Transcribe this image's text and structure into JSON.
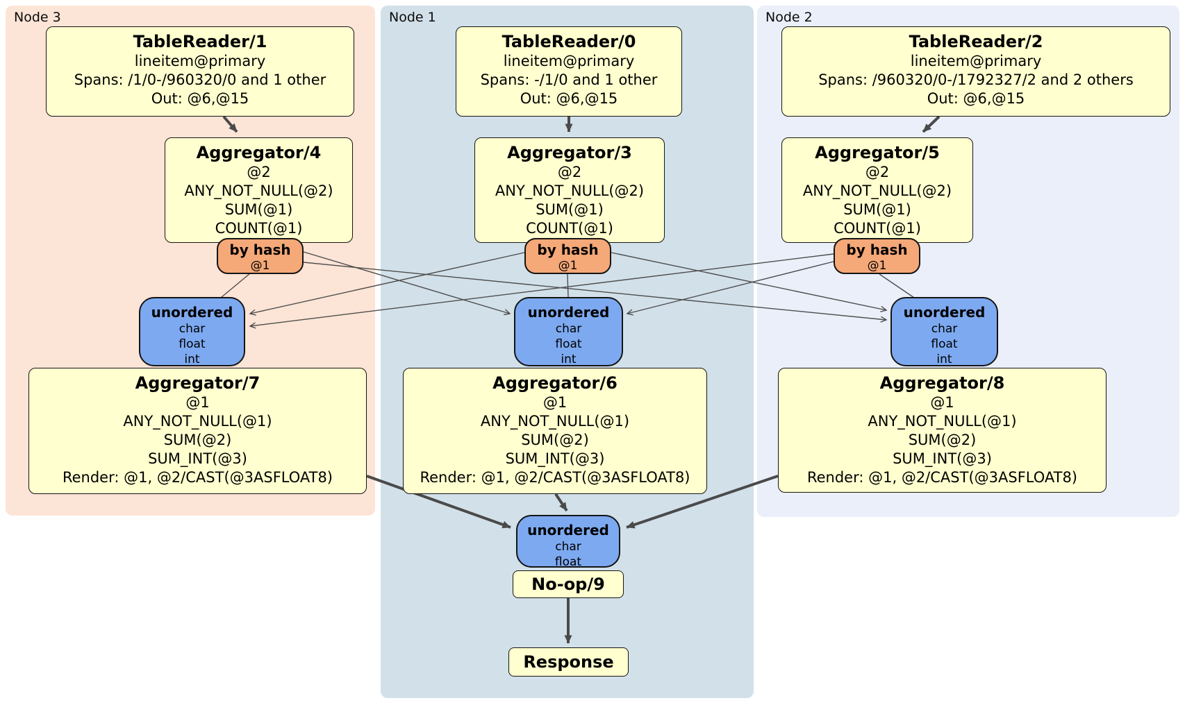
{
  "panels": {
    "node3": {
      "label": "Node 3"
    },
    "node1": {
      "label": "Node 1"
    },
    "node2": {
      "label": "Node 2"
    }
  },
  "boxes": {
    "tr1": {
      "title": "TableReader/1",
      "lines": [
        "lineitem@primary",
        "Spans: /1/0-/960320/0 and 1 other",
        "Out: @6,@15"
      ]
    },
    "agg4": {
      "title": "Aggregator/4",
      "lines": [
        "@2",
        "ANY_NOT_NULL(@2)",
        "SUM(@1)",
        "COUNT(@1)"
      ]
    },
    "byhash3": {
      "title": "by hash",
      "lines": [
        "@1"
      ]
    },
    "sync3": {
      "title": "unordered",
      "lines": [
        "char",
        "float",
        "int"
      ]
    },
    "agg7": {
      "title": "Aggregator/7",
      "lines": [
        "@1",
        "ANY_NOT_NULL(@1)",
        "SUM(@2)",
        "SUM_INT(@3)",
        "Render: @1, @2/CAST(@3ASFLOAT8)"
      ]
    },
    "tr0": {
      "title": "TableReader/0",
      "lines": [
        "lineitem@primary",
        "Spans: -/1/0 and 1 other",
        "Out: @6,@15"
      ]
    },
    "agg3": {
      "title": "Aggregator/3",
      "lines": [
        "@2",
        "ANY_NOT_NULL(@2)",
        "SUM(@1)",
        "COUNT(@1)"
      ]
    },
    "byhash1": {
      "title": "by hash",
      "lines": [
        "@1"
      ]
    },
    "sync1": {
      "title": "unordered",
      "lines": [
        "char",
        "float",
        "int"
      ]
    },
    "agg6": {
      "title": "Aggregator/6",
      "lines": [
        "@1",
        "ANY_NOT_NULL(@1)",
        "SUM(@2)",
        "SUM_INT(@3)",
        "Render: @1, @2/CAST(@3ASFLOAT8)"
      ]
    },
    "tr2": {
      "title": "TableReader/2",
      "lines": [
        "lineitem@primary",
        "Spans: /960320/0-/1792327/2 and 2 others",
        "Out: @6,@15"
      ]
    },
    "agg5": {
      "title": "Aggregator/5",
      "lines": [
        "@2",
        "ANY_NOT_NULL(@2)",
        "SUM(@1)",
        "COUNT(@1)"
      ]
    },
    "byhash2": {
      "title": "by hash",
      "lines": [
        "@1"
      ]
    },
    "sync2": {
      "title": "unordered",
      "lines": [
        "char",
        "float",
        "int"
      ]
    },
    "agg8": {
      "title": "Aggregator/8",
      "lines": [
        "@1",
        "ANY_NOT_NULL(@1)",
        "SUM(@2)",
        "SUM_INT(@3)",
        "Render: @1, @2/CAST(@3ASFLOAT8)"
      ]
    },
    "syncfinal": {
      "title": "unordered",
      "lines": [
        "char",
        "float"
      ]
    },
    "noop": {
      "title": "No-op/9"
    },
    "response": {
      "title": "Response"
    }
  },
  "colors": {
    "node3_bg": "#fce4d6",
    "node1_bg": "#d2e0e9",
    "node2_bg": "#eaeff9",
    "processor_fill": "#ffffcf",
    "router_fill": "#f5a878",
    "sync_fill": "#7da9f0",
    "edge": "#4a4a4a"
  }
}
